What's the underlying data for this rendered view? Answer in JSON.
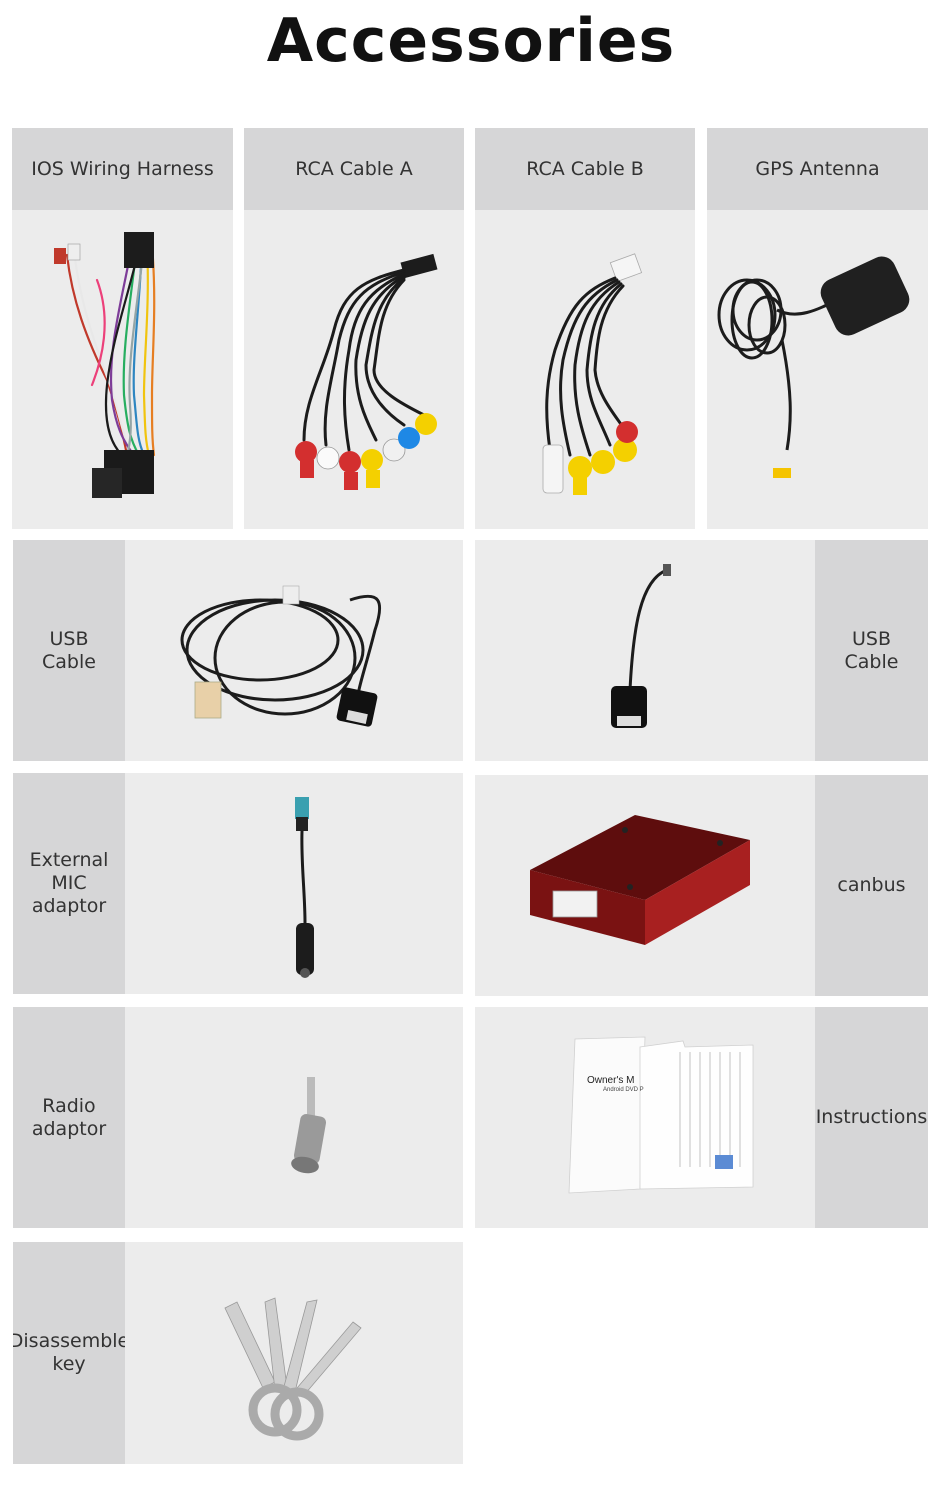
{
  "title": "Accessories",
  "top_row": [
    {
      "label": "IOS Wiring Harness",
      "image": "wiring-harness"
    },
    {
      "label": "RCA Cable A",
      "image": "rca-cable-a"
    },
    {
      "label": "RCA Cable B",
      "image": "rca-cable-b"
    },
    {
      "label": "GPS Antenna",
      "image": "gps-antenna"
    }
  ],
  "wide_cards": [
    {
      "label": "USB\nCable",
      "image": "usb-cable-long"
    },
    {
      "label": "USB\nCable",
      "image": "usb-cable-short"
    },
    {
      "label": "External\nMIC\nadaptor",
      "image": "mic-adaptor"
    },
    {
      "label": "canbus",
      "image": "canbus-box"
    },
    {
      "label": "Radio\nadaptor",
      "image": "radio-adaptor"
    },
    {
      "label": "Instructions",
      "image": "manual"
    },
    {
      "label": "Disassemble\nkey",
      "image": "disassemble-keys"
    }
  ],
  "manual_text": {
    "title": "Owner's M",
    "subtitle": "Android DVD P"
  }
}
